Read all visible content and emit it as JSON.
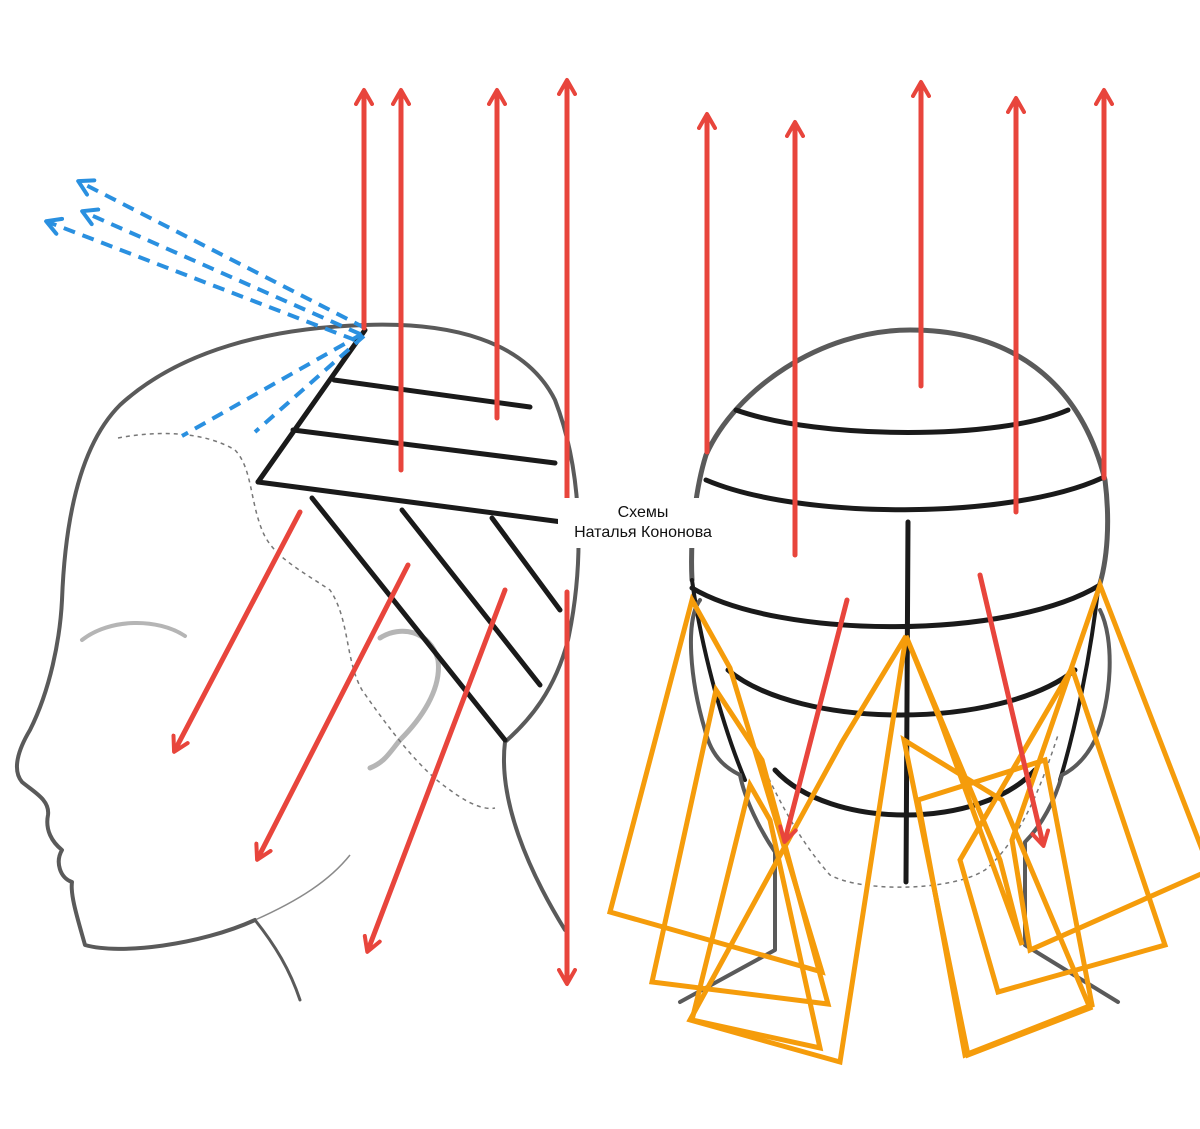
{
  "caption": {
    "line1": "Схемы",
    "line2": "Наталья Кононова"
  },
  "colors": {
    "head_outline": "#5a5a5a",
    "section_line": "#1a1a1a",
    "elevation_arrow": "#e8453c",
    "projection_arrow": "#2a90e0",
    "guide_rectangle": "#f59c0b",
    "dashed_hairline": "#777777",
    "ear_gray": "#b5b5b5"
  },
  "figures": [
    {
      "id": "side-view",
      "label": ""
    },
    {
      "id": "back-view",
      "label": ""
    }
  ]
}
